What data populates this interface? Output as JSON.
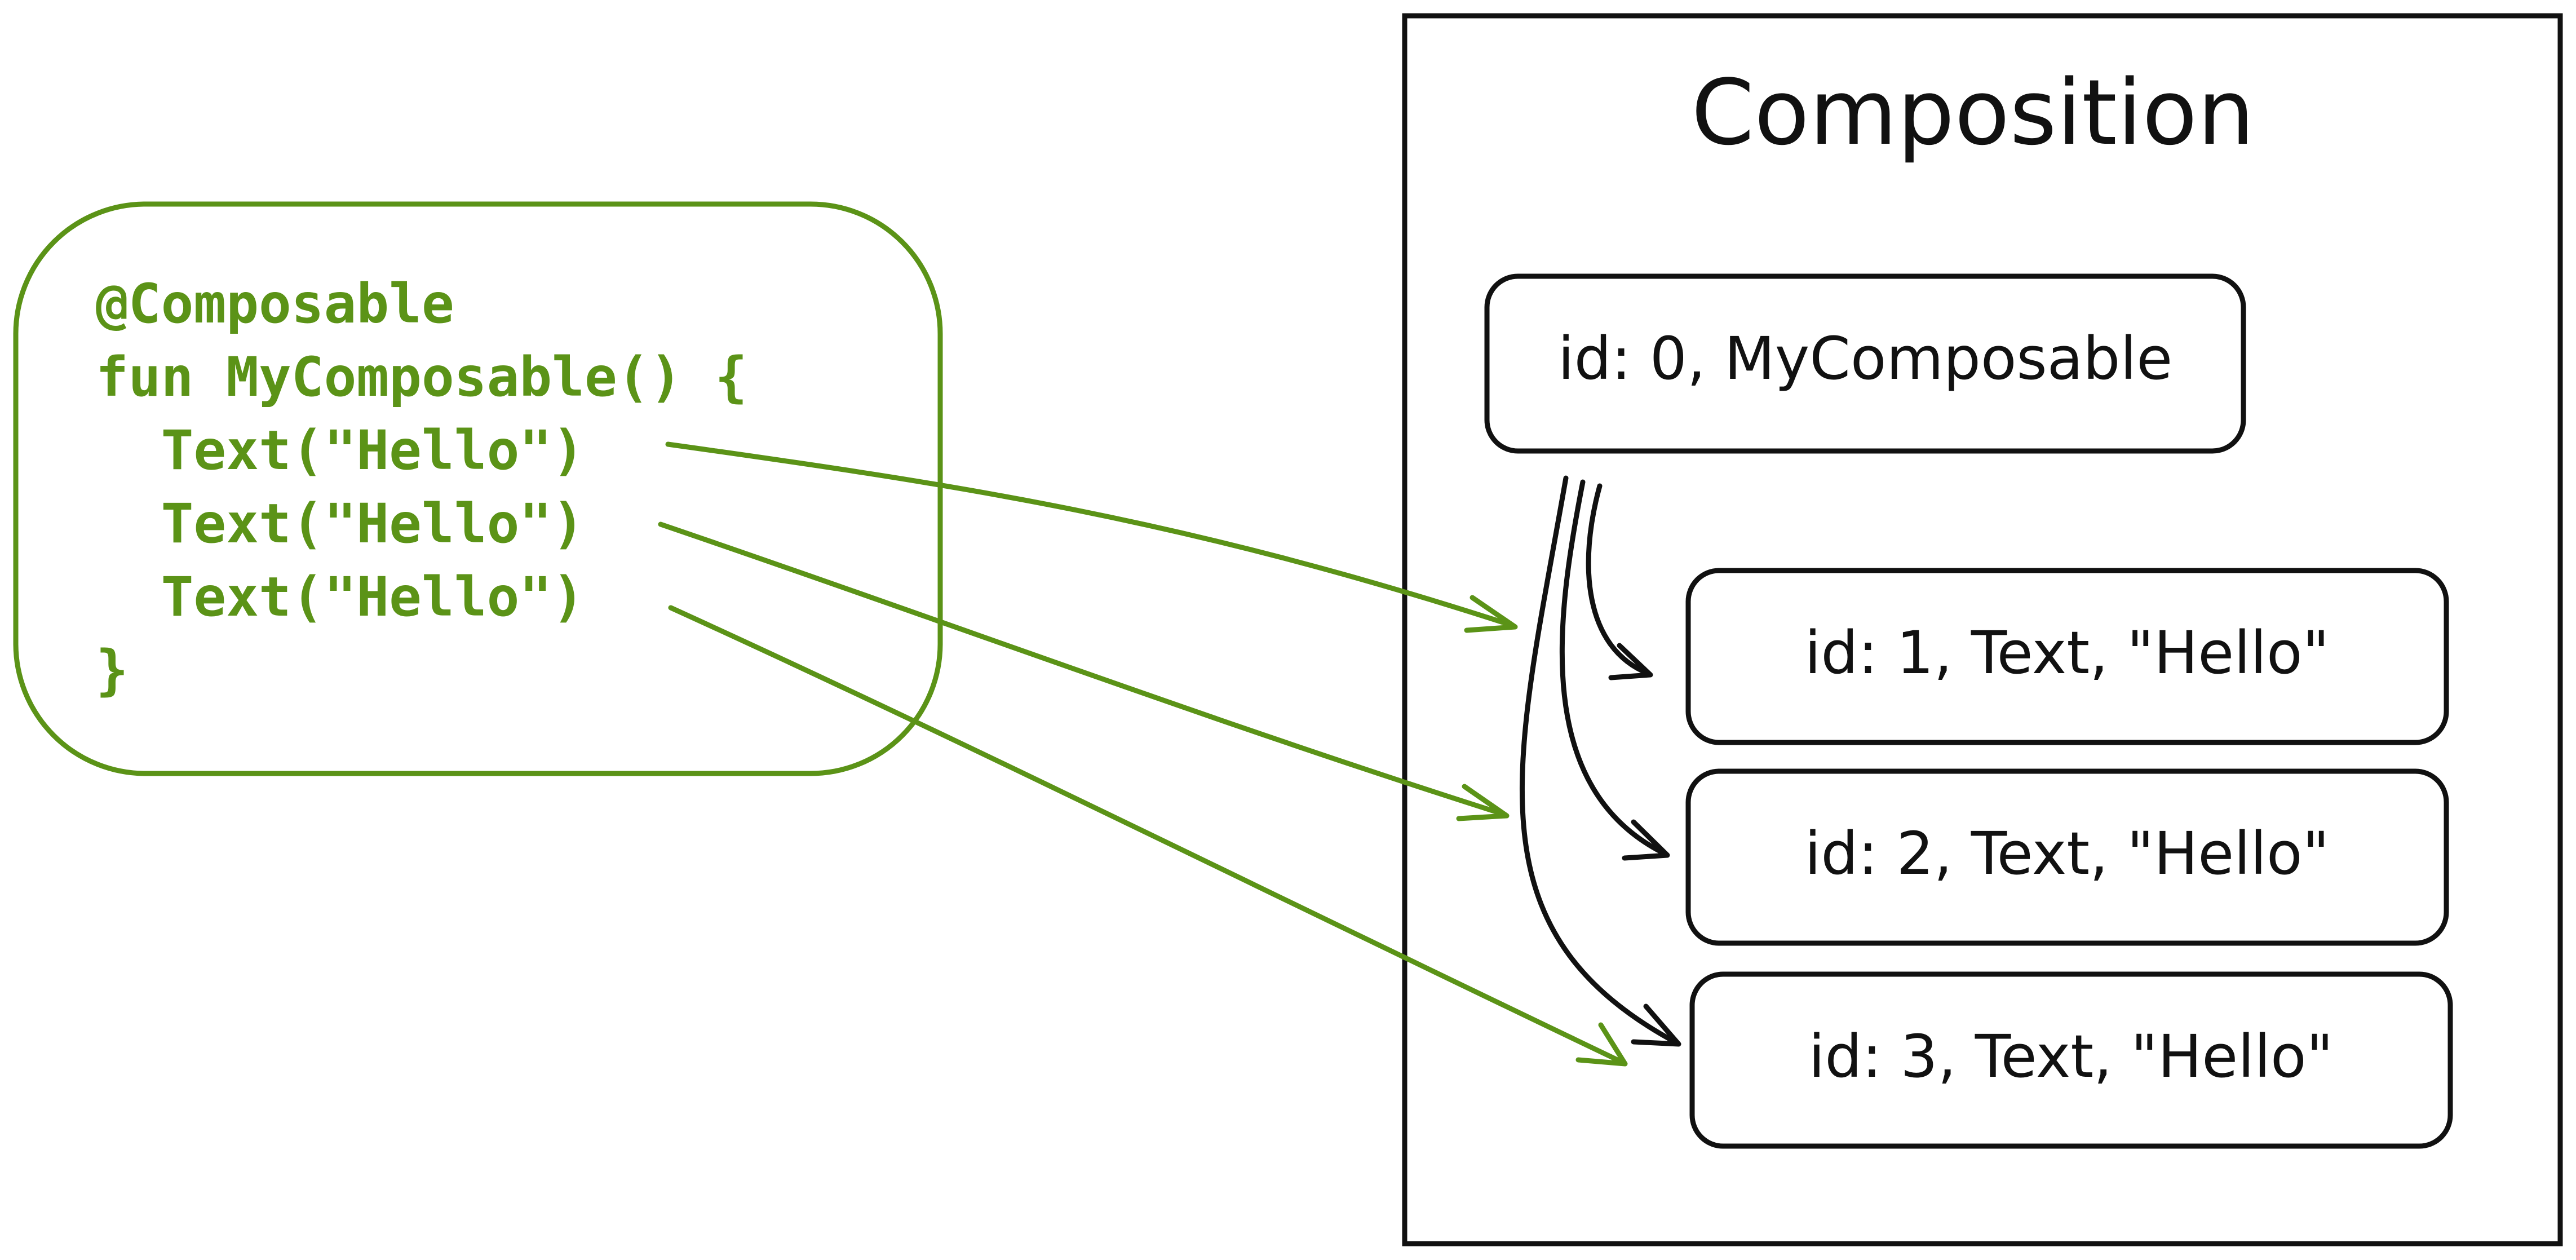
{
  "colors": {
    "code": "#5b9317",
    "ink": "#111111",
    "background": "#ffffff"
  },
  "code_block": {
    "lines": [
      "@Composable",
      "fun MyComposable() {",
      "  Text(\"Hello\")",
      "  Text(\"Hello\")",
      "  Text(\"Hello\")",
      "}"
    ]
  },
  "composition": {
    "title": "Composition",
    "root_node": "id: 0, MyComposable",
    "child_nodes": [
      "id: 1, Text, \"Hello\"",
      "id: 2, Text, \"Hello\"",
      "id: 3, Text, \"Hello\""
    ]
  }
}
